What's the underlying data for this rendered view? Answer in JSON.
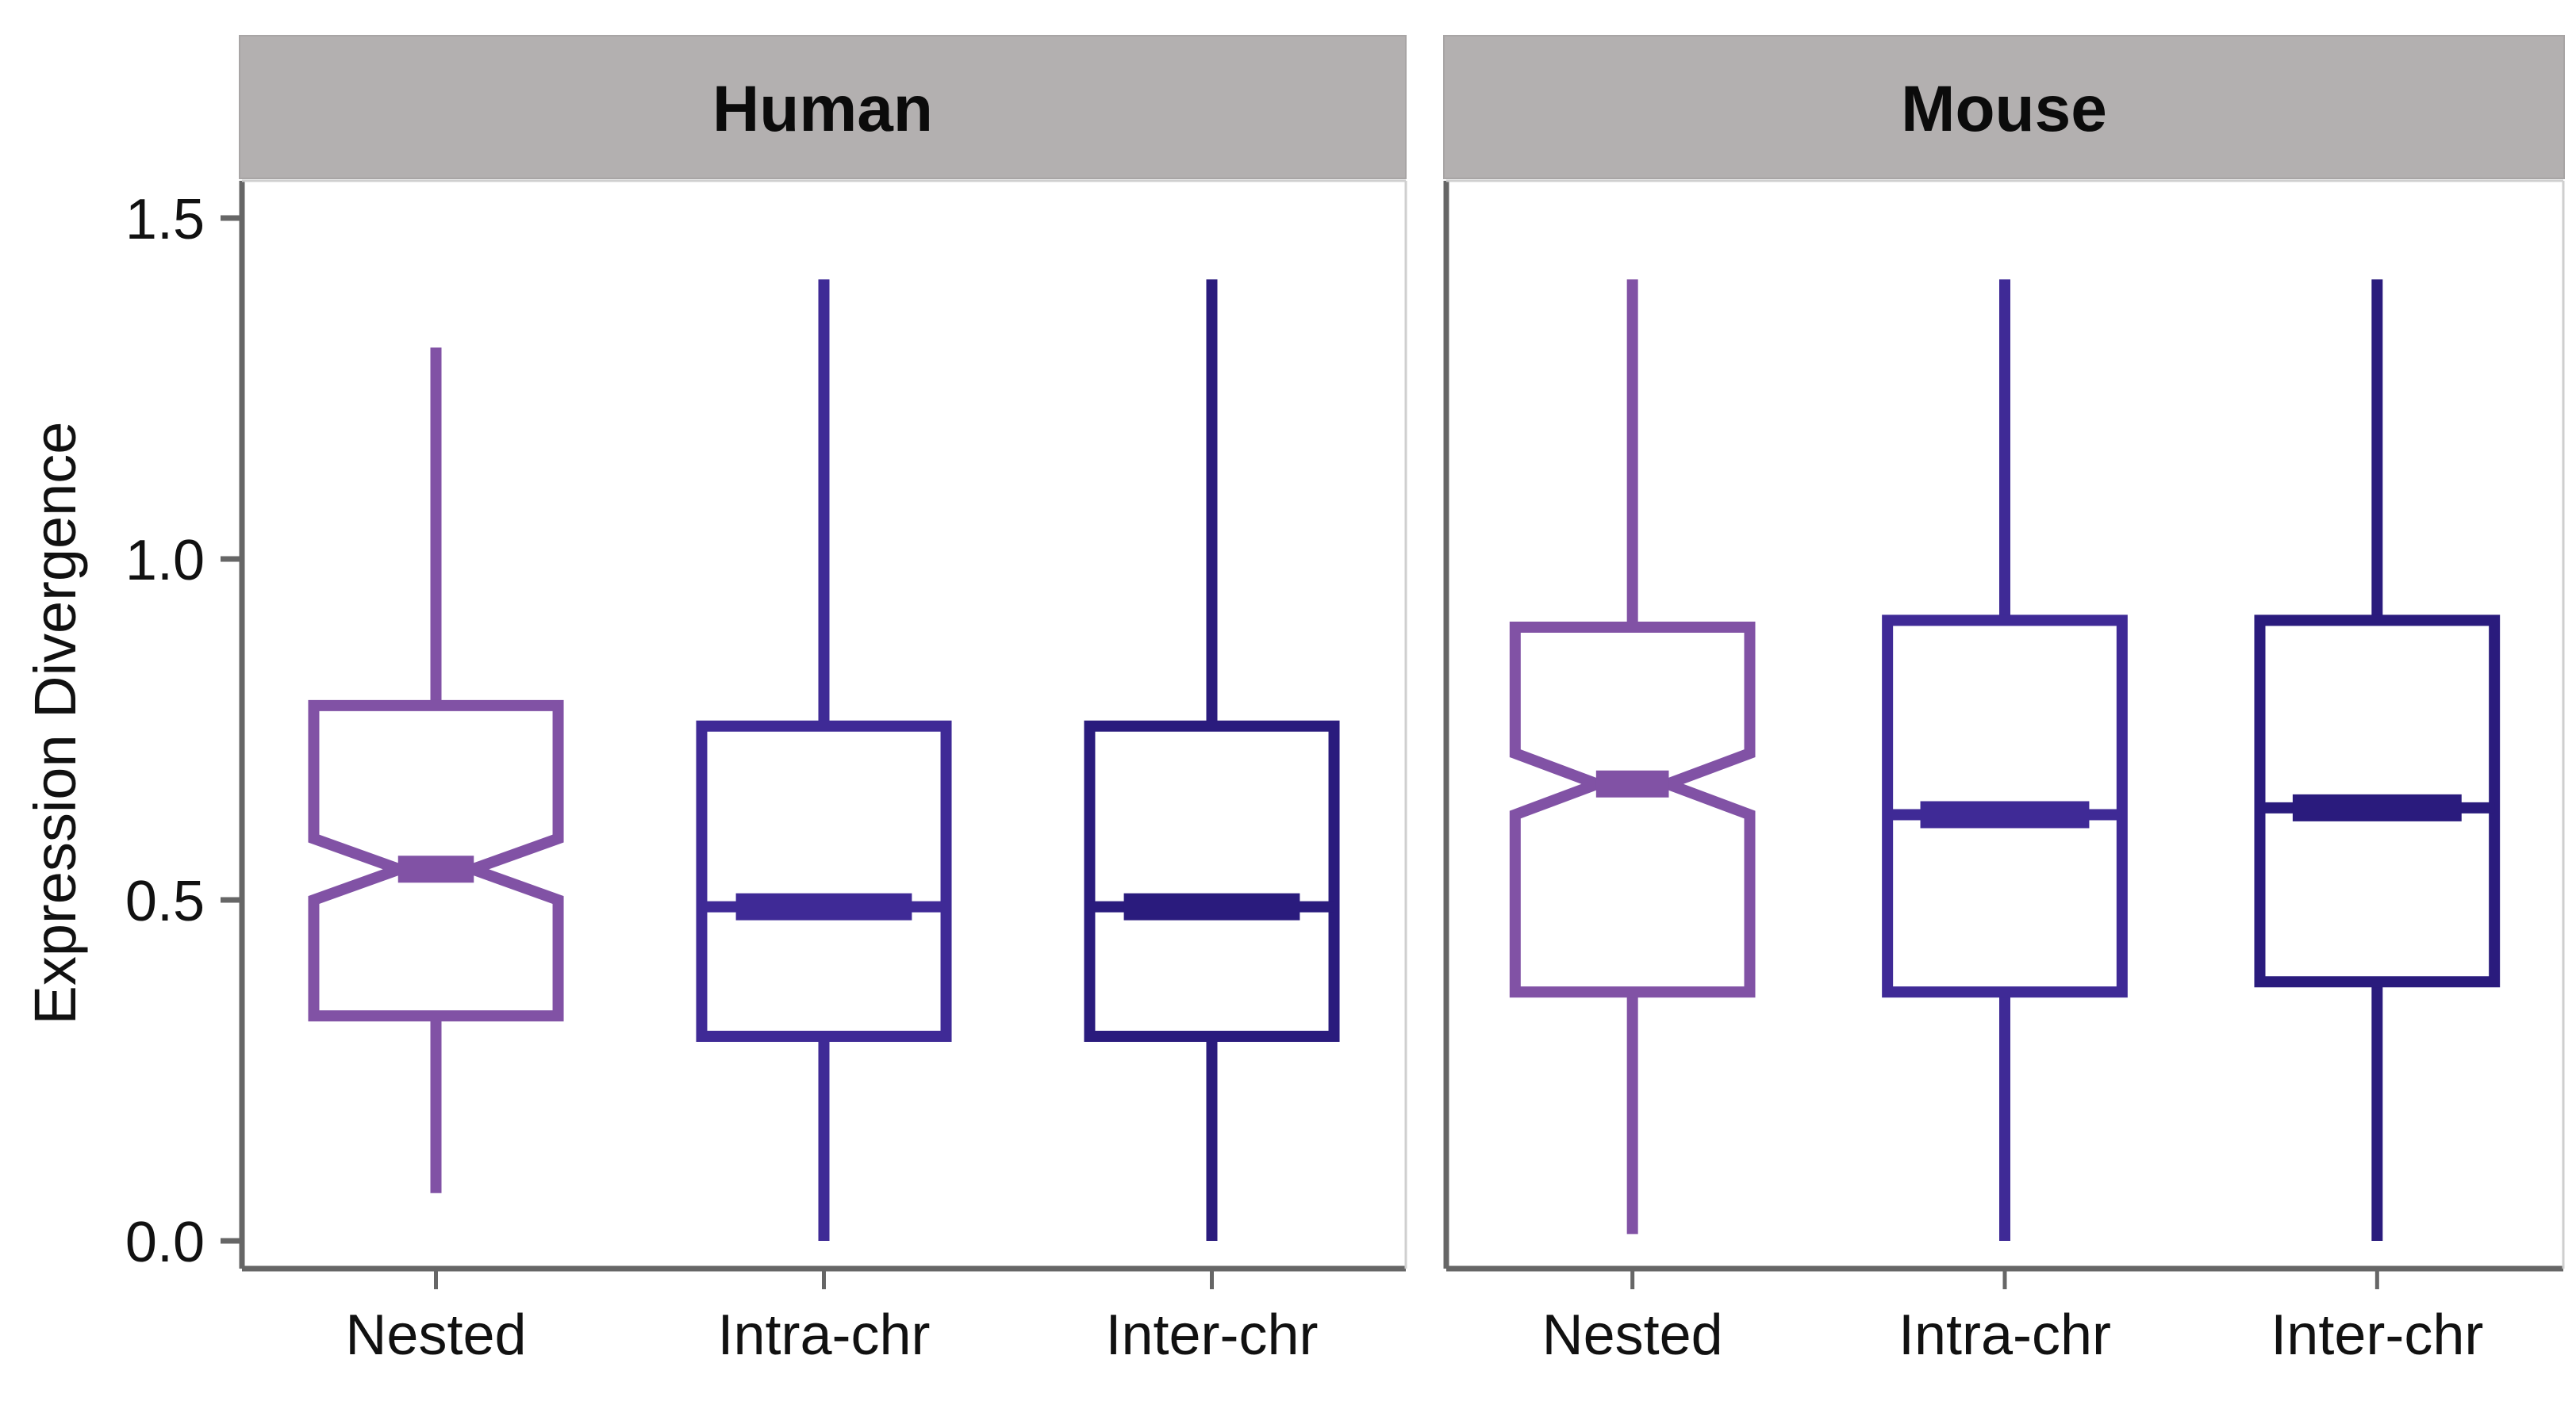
{
  "figure": {
    "background": "#ffffff",
    "strip_fill": "#b3b0b0",
    "axis_color": "#666666",
    "panel_border": "#9a9a9a"
  },
  "axis": {
    "ylabel": "Expression Divergence",
    "yticks": [
      "0.0",
      "0.5",
      "1.0",
      "1.5"
    ],
    "ytick_values": [
      0.0,
      0.5,
      1.0,
      1.5
    ],
    "ylim": [
      -0.07,
      1.58
    ],
    "xlabel": ""
  },
  "panels": [
    {
      "id": "human",
      "label": "Human"
    },
    {
      "id": "mouse",
      "label": "Mouse"
    }
  ],
  "categories": [
    "Nested",
    "Intra-chr",
    "Inter-chr"
  ],
  "colors": {
    "nested": "#8152a5",
    "intra": "#3f2a96",
    "inter": "#2a1b7d"
  },
  "chart_data": {
    "type": "boxplot",
    "title": "",
    "xlabel": "",
    "ylabel": "Expression Divergence",
    "ylim": [
      0.0,
      1.5
    ],
    "yticks": [
      0.0,
      0.5,
      1.0,
      1.5
    ],
    "grid": false,
    "legend": "none",
    "facets": [
      "Human",
      "Mouse"
    ],
    "categories": [
      "Nested",
      "Intra-chr",
      "Inter-chr"
    ],
    "notched": {
      "Nested": true,
      "Intra-chr": false,
      "Inter-chr": false
    },
    "series": [
      {
        "facet": "Human",
        "boxes": [
          {
            "category": "Nested",
            "color": "#8152a5",
            "whisker_low": 0.07,
            "q1": 0.33,
            "median": 0.545,
            "q3": 0.785,
            "whisker_high": 1.31,
            "notch_low": 0.5,
            "notch_high": 0.59,
            "notched": true
          },
          {
            "category": "Intra-chr",
            "color": "#3f2a96",
            "whisker_low": 0.0,
            "q1": 0.3,
            "median": 0.49,
            "q3": 0.755,
            "whisker_high": 1.41,
            "notch_low": 0.49,
            "notch_high": 0.49,
            "notched": false
          },
          {
            "category": "Inter-chr",
            "color": "#2a1b7d",
            "whisker_low": 0.0,
            "q1": 0.3,
            "median": 0.49,
            "q3": 0.755,
            "whisker_high": 1.41,
            "notch_low": 0.49,
            "notch_high": 0.49,
            "notched": false
          }
        ]
      },
      {
        "facet": "Mouse",
        "boxes": [
          {
            "category": "Nested",
            "color": "#8152a5",
            "whisker_low": 0.01,
            "q1": 0.365,
            "median": 0.67,
            "q3": 0.9,
            "whisker_high": 1.41,
            "notch_low": 0.625,
            "notch_high": 0.715,
            "notched": true
          },
          {
            "category": "Intra-chr",
            "color": "#3f2a96",
            "whisker_low": 0.0,
            "q1": 0.365,
            "median": 0.625,
            "q3": 0.91,
            "whisker_high": 1.41,
            "notch_low": 0.625,
            "notch_high": 0.625,
            "notched": false
          },
          {
            "category": "Inter-chr",
            "color": "#2a1b7d",
            "whisker_low": 0.0,
            "q1": 0.38,
            "median": 0.635,
            "q3": 0.91,
            "whisker_high": 1.41,
            "notch_low": 0.635,
            "notch_high": 0.635,
            "notched": false
          }
        ]
      }
    ]
  }
}
